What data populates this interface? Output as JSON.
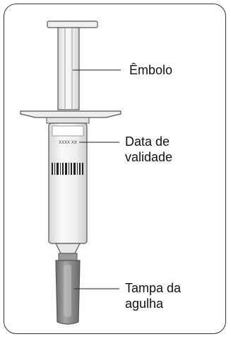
{
  "diagram": {
    "labels": {
      "plunger": "Êmbolo",
      "expiry": [
        "Data de",
        "validade"
      ],
      "needle_cap": [
        "Tampa da",
        "agulha"
      ]
    },
    "barrel_print": "XXXX XX",
    "colors": {
      "outline": "#444444",
      "fill": "#f3f3f3",
      "cap": "#8a8a8a",
      "frame": "#333333"
    }
  }
}
